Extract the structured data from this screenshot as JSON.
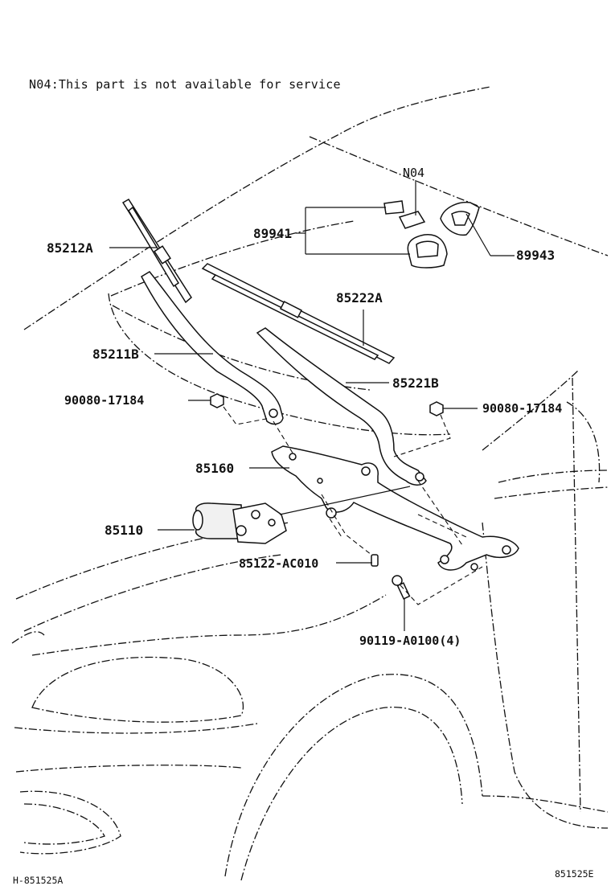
{
  "note": "N04:This part is not available for service",
  "n04_marker": "N04",
  "labels": {
    "p85212a": "85212A",
    "p89941": "89941",
    "p89943": "89943",
    "p85222a": "85222A",
    "p85211b": "85211B",
    "p85221b": "85221B",
    "p90080_left": "90080-17184",
    "p90080_right": "90080-17184",
    "p85160": "85160",
    "p85110": "85110",
    "p85122": "85122-AC010",
    "p90119": "90119-A0100(4)"
  },
  "footer": {
    "left_code": "H-851525A",
    "right_code": "851525E"
  }
}
